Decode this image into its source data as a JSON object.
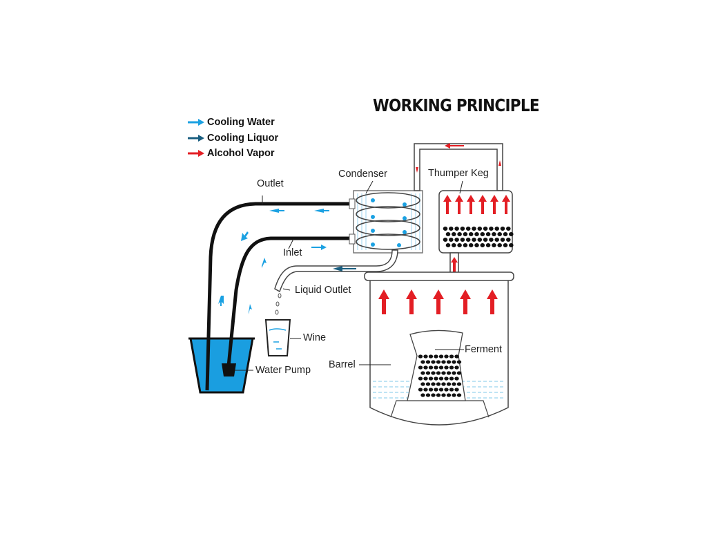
{
  "title": "WORKING PRINCIPLE",
  "legend": [
    {
      "label": "Cooling Water",
      "color": "#1ba1e2"
    },
    {
      "label": "Cooling Liquor",
      "color": "#1a5e80"
    },
    {
      "label": "Alcohol Vapor",
      "color": "#e31e24"
    }
  ],
  "labels": {
    "outlet": "Outlet",
    "condenser": "Condenser",
    "thumper_keg": "Thumper Keg",
    "inlet": "Inlet",
    "liquid_outlet": "Liquid Outlet",
    "wine": "Wine",
    "ferment": "Ferment",
    "barrel": "Barrel",
    "water_pump": "Water Pump"
  },
  "colors": {
    "cooling_water": "#1ba1e2",
    "cooling_liquor": "#1a5e80",
    "alcohol_vapor": "#e31e24",
    "water_fill": "#1a9ee0"
  }
}
